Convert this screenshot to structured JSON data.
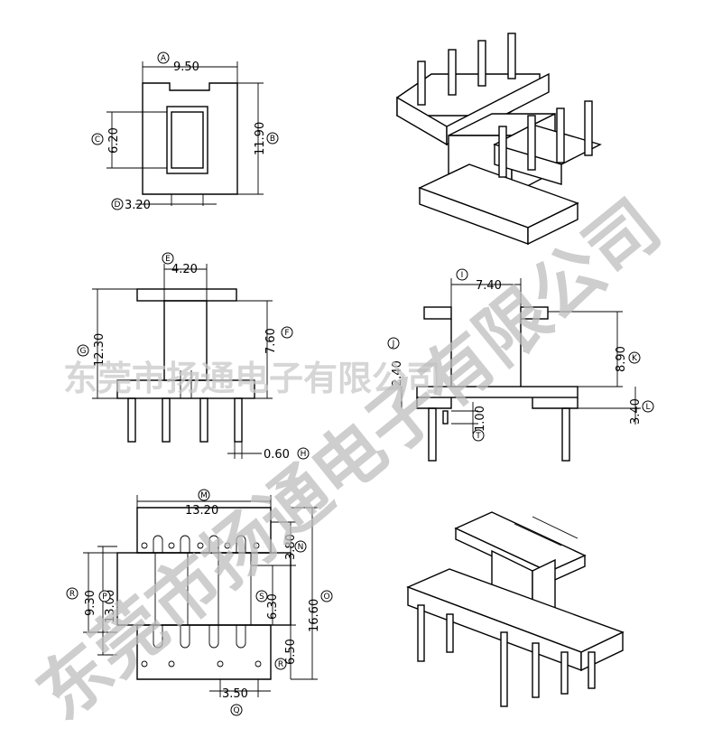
{
  "watermark": {
    "diagonal_text": "东莞市扬通电子有限公司",
    "horizontal_text": "东莞市扬通电子有限公司"
  },
  "dimensions": {
    "A": "9.50",
    "B": "11.90",
    "C": "6.20",
    "D": "3.20",
    "E": "4.20",
    "F": "7.60",
    "G": "12.30",
    "H": "0.60",
    "I": "7.40",
    "J": "2.40",
    "K": "8.90",
    "L": "3.40",
    "T": "1.00",
    "M": "13.20",
    "N": "3.80",
    "O": "16.60",
    "P": "13.00",
    "Q": "3.50",
    "R": "9.30",
    "S": "6.30",
    "R2": "6.50"
  },
  "letters": {
    "A": "A",
    "B": "B",
    "C": "C",
    "D": "D",
    "E": "E",
    "F": "F",
    "G": "G",
    "H": "H",
    "I": "I",
    "J": "J",
    "K": "K",
    "L": "L",
    "T": "T",
    "M": "M",
    "N": "N",
    "O": "O",
    "P": "P",
    "Q": "Q",
    "R": "R",
    "S": "S",
    "R2": "R"
  }
}
